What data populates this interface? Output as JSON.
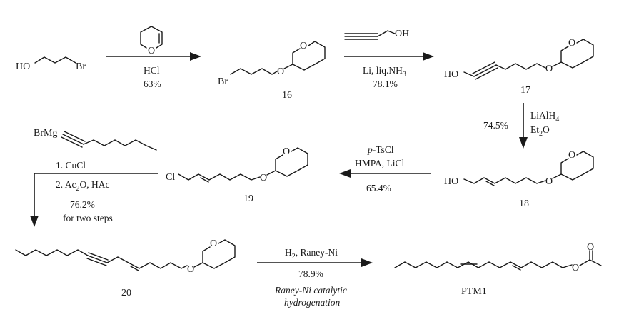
{
  "atoms": {
    "HO": "HO",
    "Br": "Br",
    "O": "O",
    "OH": "OH",
    "Cl": "Cl",
    "BrMg": "BrMg"
  },
  "compounds": {
    "c16": "16",
    "c17": "17",
    "c18": "18",
    "c19": "19",
    "c20": "20",
    "ptm1": "PTM1"
  },
  "steps": {
    "s1": {
      "reagent": "HCl",
      "yield": "63%"
    },
    "s2": {
      "reagent_main": "Li, liq.NH",
      "reagent_sub": "3",
      "yield": "78.1%"
    },
    "s3": {
      "yield": "74.5%",
      "r1_main": "LiAlH",
      "r1_sub": "4",
      "r2_a": "Et",
      "r2_sub": "2",
      "r2_b": "O"
    },
    "s4": {
      "prefix": "p",
      "reagent1_rest": "-TsCl",
      "reagent2": "HMPA, LiCl",
      "yield": "65.4%"
    },
    "s5": {
      "line1": "1. CuCl",
      "line2_a": "2. Ac",
      "line2_sub": "2",
      "line2_b": "O, HAc",
      "yield": "76.2%",
      "note": "for two steps"
    },
    "s6": {
      "reagent_main": "H",
      "reagent_sub": "2",
      "reagent_rest": ", Raney-Ni",
      "yield": "78.9%",
      "note1": "Raney-Ni catalytic",
      "note2": "hydrogenation"
    }
  }
}
